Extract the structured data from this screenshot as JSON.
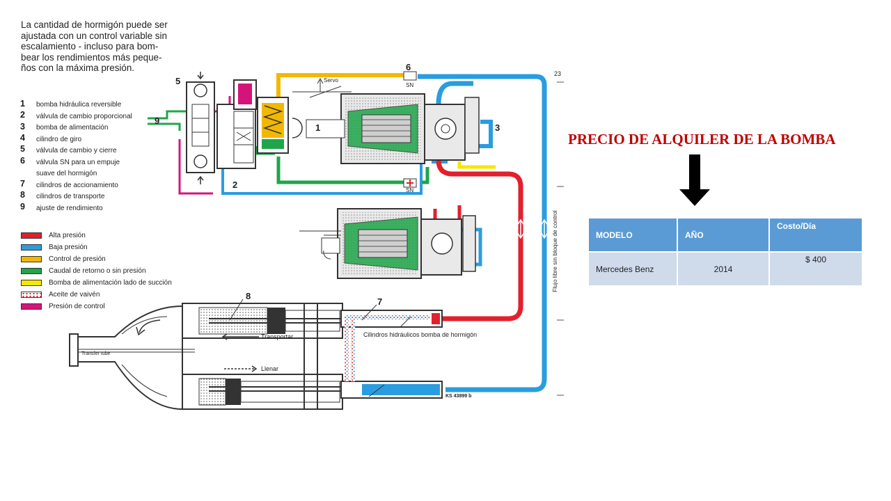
{
  "intro_text": "La cantidad de hormigón puede ser\najustada con un control variable sin\nescalamiento - incluso para bom-\nbear los rendimientos más peque-\nños con la máxima presión.",
  "legend_items": [
    {
      "num": "1",
      "text": "bomba hidráulica reversible"
    },
    {
      "num": "2",
      "text": "válvula de cambio proporcional"
    },
    {
      "num": "3",
      "text": "bomba de alimentación"
    },
    {
      "num": "4",
      "text": "cilindro de giro"
    },
    {
      "num": "5",
      "text": "válvula de cambio y cierre"
    },
    {
      "num": "6",
      "text": "válvula SN para un empuje"
    },
    {
      "num": "",
      "text": "suave del hormigón"
    },
    {
      "num": "7",
      "text": "cilindros de accionamiento"
    },
    {
      "num": "8",
      "text": "cilindros de transporte"
    },
    {
      "num": "9",
      "text": "ajuste de rendimiento"
    }
  ],
  "color_legend": [
    {
      "label": "Alta presión",
      "color": "#e2202e"
    },
    {
      "label": "Baja presión",
      "color": "#2a9de0"
    },
    {
      "label": "Control de presión",
      "color": "#f2b800"
    },
    {
      "label": "Caudal de retorno o sin presión",
      "color": "#1fa64a"
    },
    {
      "label": "Bomba de alimentación lado de succión",
      "color": "#f5e800"
    },
    {
      "label": "Aceite de vaivén",
      "color": "dotted"
    },
    {
      "label": "Presión de control",
      "color": "#d4147a"
    }
  ],
  "diagram_labels": {
    "servo": "Servo",
    "sn_top": "SN",
    "sn_bottom": "SN",
    "num_1": "1",
    "num_2": "2",
    "num_3": "3",
    "num_5": "5",
    "num_6": "6",
    "num_7": "7",
    "num_8": "8",
    "num_9": "9",
    "num_23": "23",
    "side_text": "Flujo libre sin bloque de control",
    "transportar": "Transportar",
    "llenar": "Llenar",
    "transfer_tube": "Transfer tube",
    "cilindros": "Cilindros hidráulicos bomba de hormigón",
    "code": "KS 43899 b"
  },
  "title": "PRECIO DE ALQUILER DE LA BOMBA",
  "table": {
    "headers": [
      "MODELO",
      "AÑO",
      "Costo/Día"
    ],
    "rows": [
      [
        "Mercedes Benz",
        "2014",
        "$ 400"
      ]
    ]
  },
  "colors": {
    "title": "#c00000",
    "header_bg": "#5b9bd5",
    "row_bg": "#cfdbeb"
  }
}
